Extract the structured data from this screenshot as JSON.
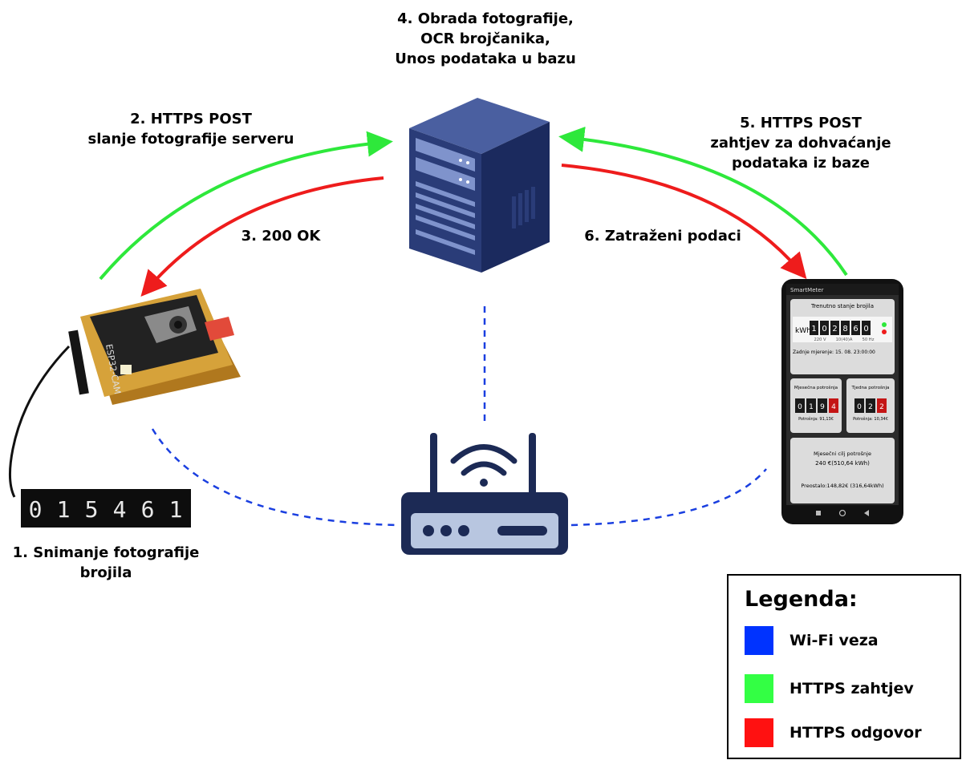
{
  "steps": {
    "s1": [
      "1. Snimanje fotografije",
      "brojila"
    ],
    "s2": [
      "2. HTTPS POST",
      "slanje fotografije serveru"
    ],
    "s3": "3. 200 OK",
    "s4": [
      "4. Obrada fotografije,",
      "OCR brojčanika,",
      "Unos podataka u bazu"
    ],
    "s5": [
      "5. HTTPS POST",
      "zahtjev za dohvaćanje",
      "podataka iz baze"
    ],
    "s6": "6. Zatraženi podaci"
  },
  "meter_digits": [
    "0",
    "1",
    "5",
    "4",
    "6",
    "1"
  ],
  "board_label": "ESP32-CAM",
  "phone": {
    "app_title": "SmartMeter",
    "current_title": "Trenutno stanje brojila",
    "kwh_label": "kWh",
    "main_digits": [
      "1",
      "0",
      "2",
      "8",
      "6",
      "0"
    ],
    "specs": [
      "220 V",
      "10(40)A",
      "50 Hz"
    ],
    "last_reading": "Zadnje mjerenje: 15. 08. 23:00:00",
    "monthly_title": "Mjesečna potrošnja",
    "monthly_digits": [
      "0",
      "1",
      "9",
      "4"
    ],
    "monthly_cost": "Potrošnja: 91,13€",
    "weekly_title": "Tjedna potrošnja",
    "weekly_digits": [
      "0",
      "2",
      "2"
    ],
    "weekly_cost": "Potrošnja: 10,34€",
    "goal_title": "Mjesečni cilj potrošnje",
    "goal_value": "240 €(510,64 kWh)",
    "remaining": "Preostalo:148,82€ (316,64kWh)"
  },
  "legend": {
    "title": "Legenda:",
    "items": [
      {
        "label": "Wi-Fi veza",
        "color": "#0033ff"
      },
      {
        "label": "HTTPS zahtjev",
        "color": "#33ff44"
      },
      {
        "label": "HTTPS odgovor",
        "color": "#ff1111"
      }
    ]
  },
  "colors": {
    "request": "#2ee83b",
    "response": "#ee1c1c",
    "wifi": "#1a3fe0",
    "server": "#2c3e78"
  }
}
